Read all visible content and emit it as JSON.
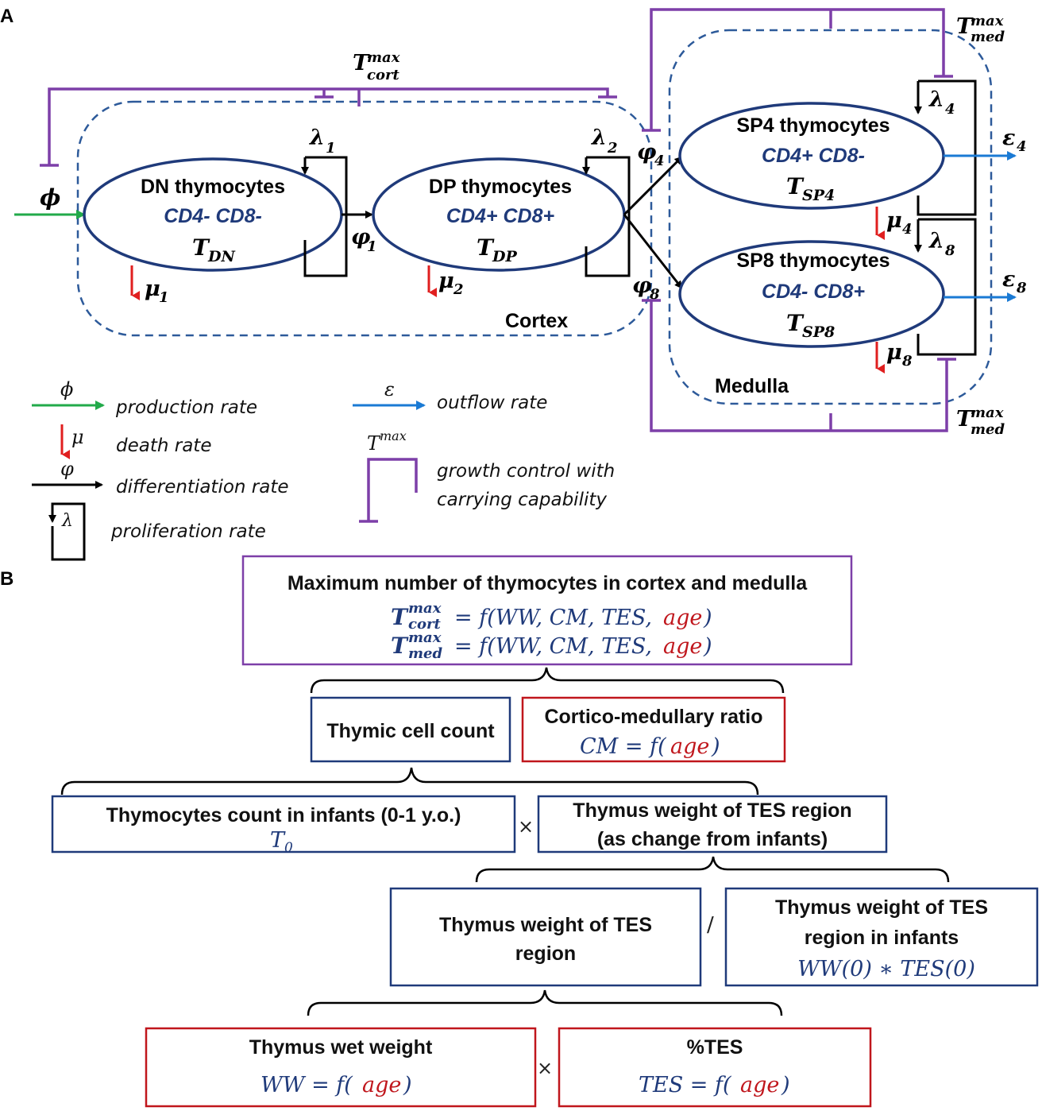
{
  "panels": {
    "a": "A",
    "b": "B"
  },
  "colors": {
    "navy": "#1f3a7a",
    "purple": "#7d3fa8",
    "red": "#e01f1f",
    "green": "#22aa4a",
    "blue": "#1a7ad4",
    "dark_red": "#c0161c"
  },
  "compartments": {
    "dn": {
      "name": "DN thymocytes",
      "markers": "CD4- CD8-",
      "symbol": "T",
      "sub": "DN"
    },
    "dp": {
      "name": "DP thymocytes",
      "markers": "CD4+ CD8+",
      "symbol": "T",
      "sub": "DP"
    },
    "sp4": {
      "name": "SP4 thymocytes",
      "markers": "CD4+ CD8-",
      "symbol": "T",
      "sub": "SP4"
    },
    "sp8": {
      "name": "SP8 thymocytes",
      "markers": "CD4- CD8+",
      "symbol": "T",
      "sub": "SP8"
    }
  },
  "regions": {
    "cortex": "Cortex",
    "medulla": "Medulla"
  },
  "rates": {
    "phi": "ϕ",
    "lambda": "λ",
    "lambda1": "1",
    "lambda2": "2",
    "lambda4": "4",
    "lambda8": "8",
    "mu": "μ",
    "mu1": "1",
    "mu2": "2",
    "mu4": "4",
    "mu8": "8",
    "varphi": "φ",
    "varphi1": "1",
    "varphi4": "4",
    "varphi8": "8",
    "eps": "ε",
    "eps4": "4",
    "eps8": "8",
    "tmax": "T",
    "max": "max",
    "cort": "cort",
    "med": "med"
  },
  "legend": {
    "production": "production rate",
    "death": "death rate",
    "differentiation": "differentiation rate",
    "proliferation": "proliferation rate",
    "outflow": "outflow rate",
    "growth_line1": "growth control with",
    "growth_line2": "carrying capability"
  },
  "panel_b": {
    "max_box": {
      "title": "Maximum number of thymocytes in cortex and medulla",
      "eq_tail_a": "= f(WW, CM, TES, ",
      "eq_age": "age",
      "eq_close": ")"
    },
    "thymic_cell_count": "Thymic cell count",
    "cm_box": {
      "title": "Cortico-medullary ratio",
      "eq_a": "CM = f(",
      "eq_age": "age",
      "eq_close": ")"
    },
    "infants_box": {
      "title": "Thymocytes count in infants (0-1 y.o.)",
      "symbol": "T",
      "sub": "0"
    },
    "times": "×",
    "divide": "/",
    "tes_change_box": {
      "line1": "Thymus weight of TES region",
      "line2": "(as change from infants)"
    },
    "tes_region_box": {
      "line1": "Thymus weight of TES",
      "line2": "region"
    },
    "tes_infants_box": {
      "line1": "Thymus weight of TES",
      "line2": "region in infants",
      "eq": "WW(0) ∗ TES(0)"
    },
    "ww_box": {
      "title": "Thymus wet weight",
      "eq_a": "WW = f(",
      "eq_age": "age",
      "eq_close": ")"
    },
    "tes_box": {
      "title": "%TES",
      "eq_a": "TES = f(",
      "eq_age": "age",
      "eq_close": ")"
    }
  }
}
